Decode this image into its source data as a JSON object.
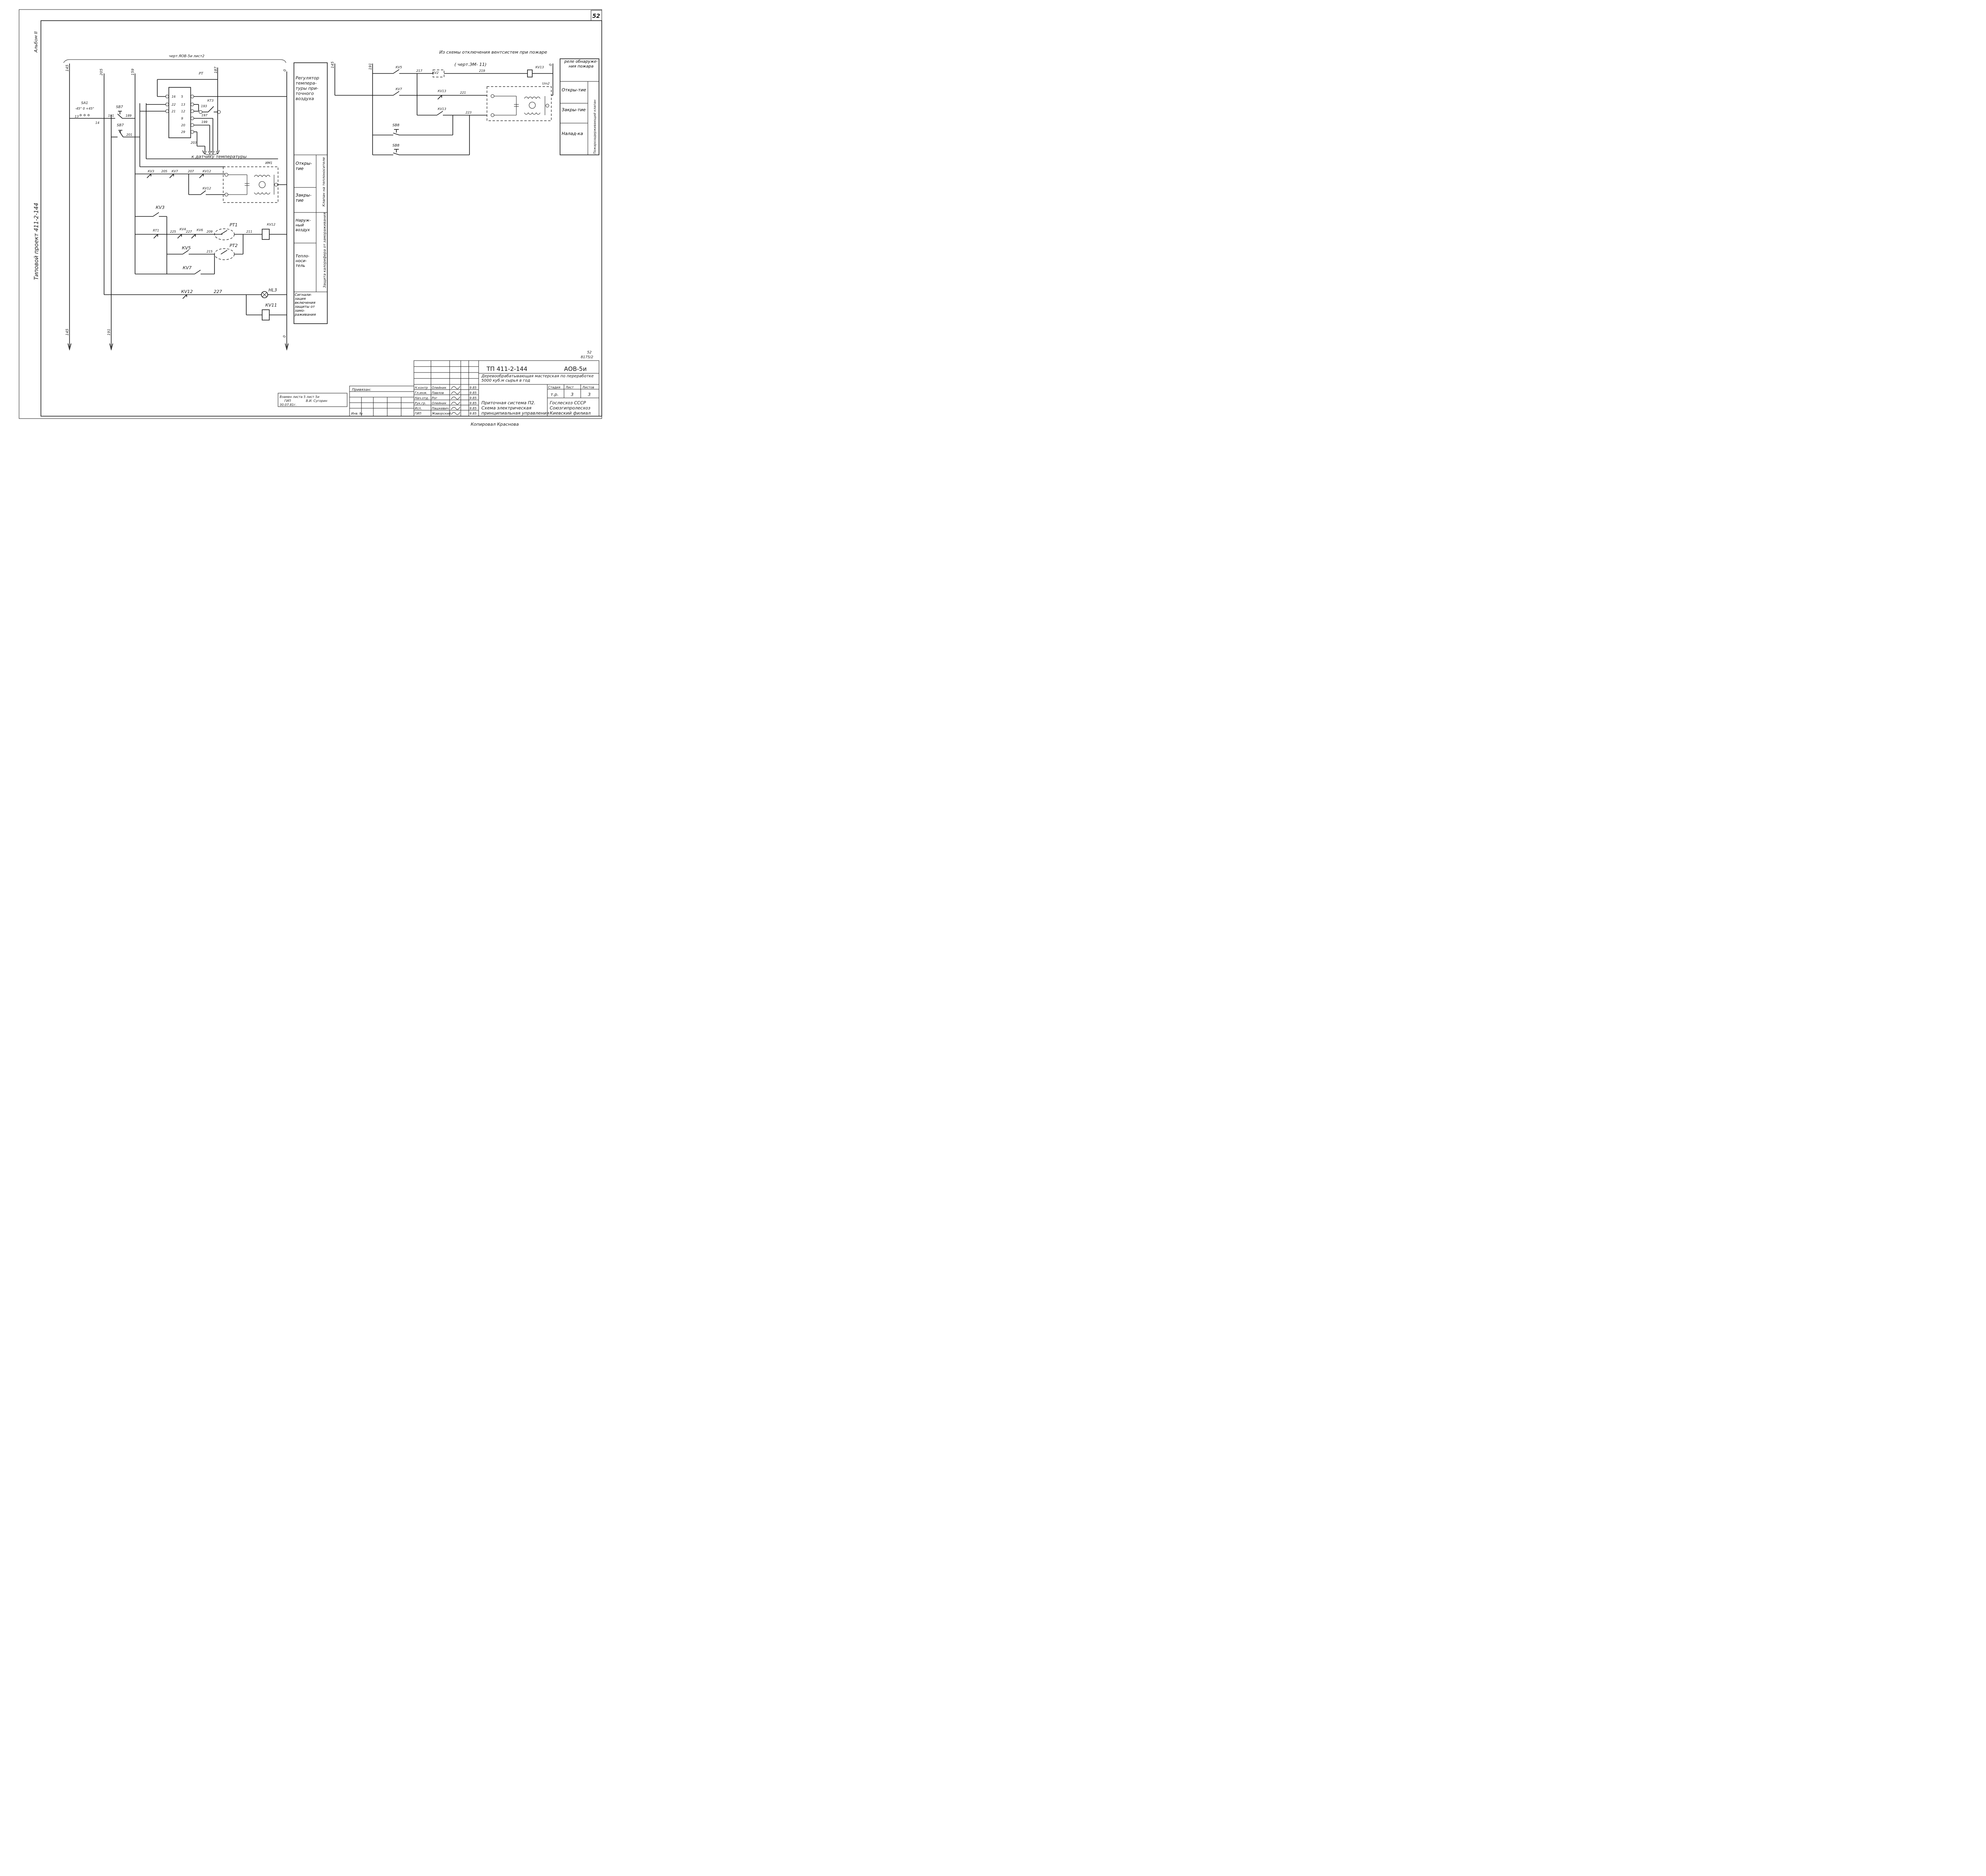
{
  "page_number": "52",
  "album": "Альбом II",
  "project_side": "Типовой проект 411-2-144",
  "top_label": "черт.ЯОВ-5и лист2",
  "bus_labels": {
    "b145": "145",
    "b205": "205",
    "b159": "159",
    "b187": "187",
    "b0": "0",
    "b191": "191",
    "b145r": "145",
    "b191r": "191",
    "b0r": "0"
  },
  "components": {
    "SA1": "SA1",
    "sa1_pos": "-45° 0 +45°",
    "sa1_n13": "13",
    "sa1_n14": "14",
    "SB7a": "SB7",
    "SB7b": "SB7",
    "w191": "191",
    "w189": "189",
    "w201": "201",
    "PT": "PT",
    "pt_pins_l": [
      "16",
      "22",
      "21"
    ],
    "pt_pins_r": [
      "5",
      "13",
      "12",
      "9",
      "20",
      "29"
    ],
    "w193": "193",
    "w197": "197",
    "w199": "199",
    "w203": "203",
    "KT3": "КТ3",
    "sensor_note": "к датчику температуры",
    "KV3a": "КV3",
    "w205": "205",
    "KV7a": "КV7",
    "w207": "207",
    "KV12a": "КV12",
    "KV12b": "КV12",
    "UM1": "ИМ1",
    "KV3b": "КV3",
    "RT1": "RT1",
    "w225": "225",
    "KV4": "КV4",
    "w227a": "227",
    "KV6": "КV6",
    "w209": "209",
    "PT1": "РТ1",
    "w211": "211",
    "KV12c": "КV12",
    "KV5a": "КV5",
    "w215": "215",
    "PT2": "РТ2",
    "KV7b": "КV7",
    "KV12d": "КV12",
    "w227b": "227",
    "HL3": "HL3",
    "KV11": "КV11"
  },
  "right_circuit": {
    "note": "Из схемы отключения вентсистем при пожаре",
    "note_ref": "( черт.ЭМ- 11)",
    "KV5": "КV5",
    "w217": "217",
    "KV2": "КV2",
    "w219": "219",
    "KV13a": "КV13",
    "KV7": "КV7",
    "KV13b": "КV13",
    "w221": "221",
    "KV13c": "КV13",
    "w223": "223",
    "UM2": "Um2",
    "SB8a": "SB8",
    "SB8b": "SB8"
  },
  "left_legend": {
    "regulator": "Регулятор темпера-туры при-точного воздуха",
    "open": "Откры-тие",
    "close": "Закры-тие",
    "valve_group": "Клапан на теплоносителе",
    "outdoor": "Наруж-ный воздух",
    "heat": "Тепло-носи-тель",
    "protect_group": "Защита калорифера от замораживания",
    "signal": "Сигнали-зация включения защиты от замо-раживания"
  },
  "right_legend": {
    "relay": "реле обнаруже-ния пожара",
    "open": "Откры-тие",
    "close": "Закры-тие",
    "adjust": "Налад-ка",
    "group": "Пожарозадерживающий клапан"
  },
  "sheet_ref": {
    "n": "52",
    "code": "8175/2"
  },
  "stamp_note": {
    "line1": "Взамен листа 5 лист 5и",
    "line2": "ГИП",
    "line3": "В.И. Сугорин",
    "line4": "30.07.81г."
  },
  "title_block": {
    "project_code": "ТП 411-2-144",
    "sheet_code": "АОВ-5и",
    "object": "Деревообрабатывающая мастерская по переработке 5000 куб.м сырья в год",
    "bound": "Привязан:",
    "inv": "Инв. №",
    "col_heads": [
      "Стадия",
      "Лист",
      "Листов"
    ],
    "stage": "т.р.",
    "sheet": "3",
    "sheets": "3",
    "roles": [
      "Н.контр",
      "Гл.инж.",
      "Нач.отд.",
      "Рук.гр.",
      "Исп.",
      "ГИП"
    ],
    "names": [
      "Олейник",
      "Павлов",
      "Рог",
      "Олейник",
      "Пашкевич",
      "Жаворский"
    ],
    "date": "9.85",
    "title_lines": [
      "Приточная система П2.",
      "Схема электрическая",
      "принципиальная управления"
    ],
    "org_lines": [
      "Гослесхоз СССР",
      "Союзгипролесхоз",
      "Киевский филиал"
    ]
  },
  "bottom_note": "Копировал Краснова"
}
